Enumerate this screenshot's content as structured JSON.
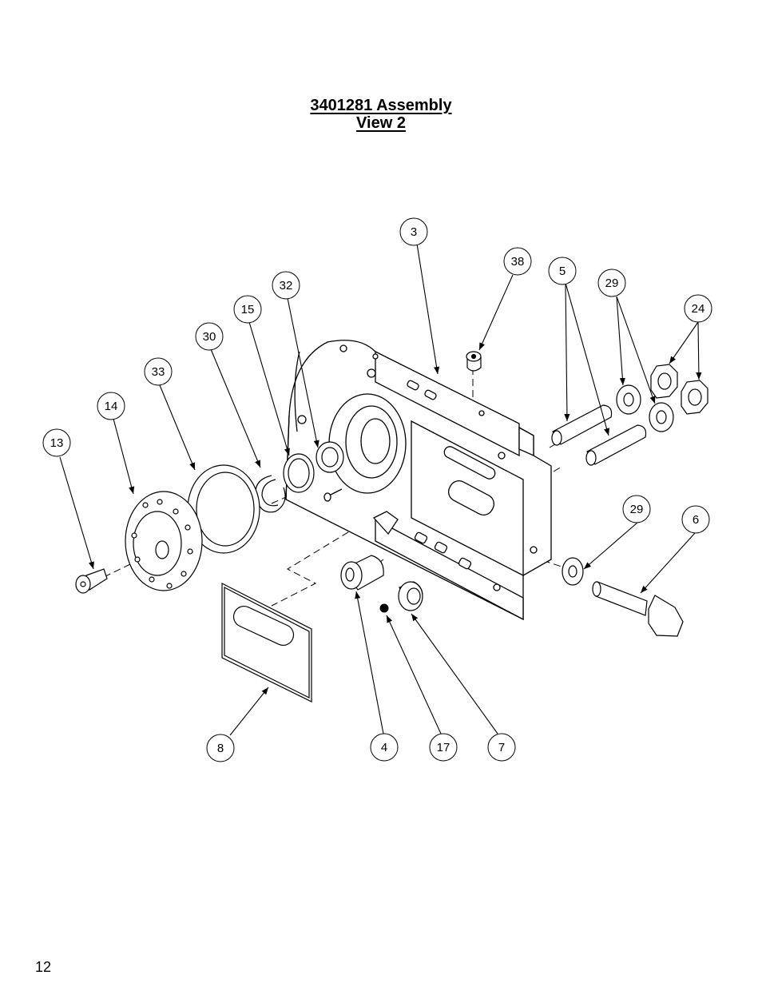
{
  "title": {
    "line1": "3401281 Assembly",
    "line2": "View 2"
  },
  "page_number": "12",
  "callouts": [
    "3",
    "38",
    "5",
    "29",
    "24",
    "32",
    "15",
    "30",
    "33",
    "14",
    "13",
    "29",
    "6",
    "8",
    "4",
    "17",
    "7"
  ]
}
